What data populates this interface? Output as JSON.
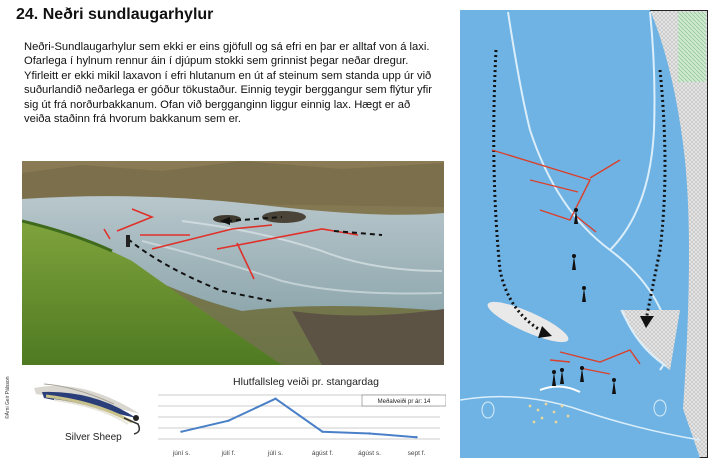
{
  "page": {
    "title": "24. Neðri sundlaugarhylur",
    "paragraphs": [
      "Neðri-Sundlaugarhylur sem ekki er eins gjöfull og sá efri en þar er alltaf von á laxi.",
      "Ofarlega í hylnum rennur áin í djúpum stokki sem grinnist þegar neðar dregur. Yfirleitt er ekki mikil laxavon í efri hlutanum en út af steinum sem standa upp úr við suðurlandið neðarlega er góður tökustaður. Einnig teygir berggangur sem flýtur yfir sig út frá norðurbakkanum. Ofan við bergganginn liggur einnig lax. Hægt er að veiða staðinn frá hvorum bakkanum sem er."
    ],
    "photo_credit": "©Árni Geir Pálsson",
    "fly_name": "Silver Sheep"
  },
  "colors": {
    "river": "#6aa8dc",
    "river_light": "#8ec3ea",
    "arrow": "#d94a32",
    "chart_line": "#4a80c8"
  },
  "chart_data": {
    "type": "line",
    "title": "Hlutfallsleg veiði pr. stangardag",
    "annotation": "Meðalveiði pr ár: 14",
    "categories": [
      "júní s.",
      "júlí f.",
      "júlí s.",
      "ágúst f.",
      "ágúst s.",
      "sept f."
    ],
    "values": [
      2,
      5,
      11,
      2,
      1.5,
      0.5
    ],
    "ylim": [
      0,
      12
    ],
    "grid": true
  }
}
